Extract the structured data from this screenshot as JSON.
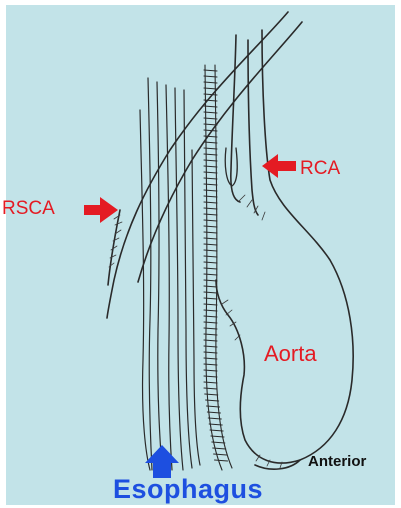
{
  "labels": {
    "rca": "RCA",
    "rsca": "RSCA",
    "aorta": "Aorta",
    "anterior": "Anterior",
    "esophagus": "Esophagus"
  },
  "colors": {
    "background": "#c2e3e8",
    "label_red": "#e41b23",
    "label_blue": "#1d4fe0",
    "ink": "#2a2a2a"
  }
}
